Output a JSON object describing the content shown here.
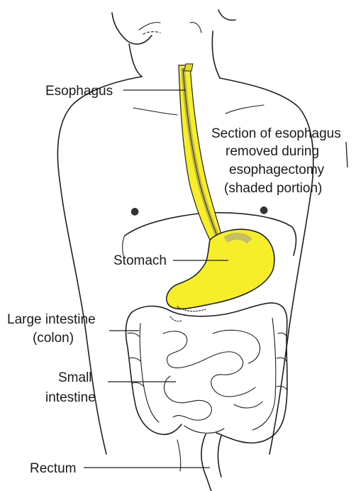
{
  "labels": {
    "esophagus": "Esophagus",
    "section_line1": "Section of esophagus",
    "section_line2": "removed during",
    "section_line3": "esophagectomy",
    "section_line4": "(shaded portion)",
    "stomach": "Stomach",
    "large_intestine_line1": "Large intestine",
    "large_intestine_line2": "(colon)",
    "small_intestine_line1": "Small",
    "small_intestine_line2": "intestine",
    "rectum": "Rectum"
  },
  "colors": {
    "highlight": "#f7ee2a",
    "outline": "#1f1f1f",
    "shadow": "#b7b08a"
  }
}
